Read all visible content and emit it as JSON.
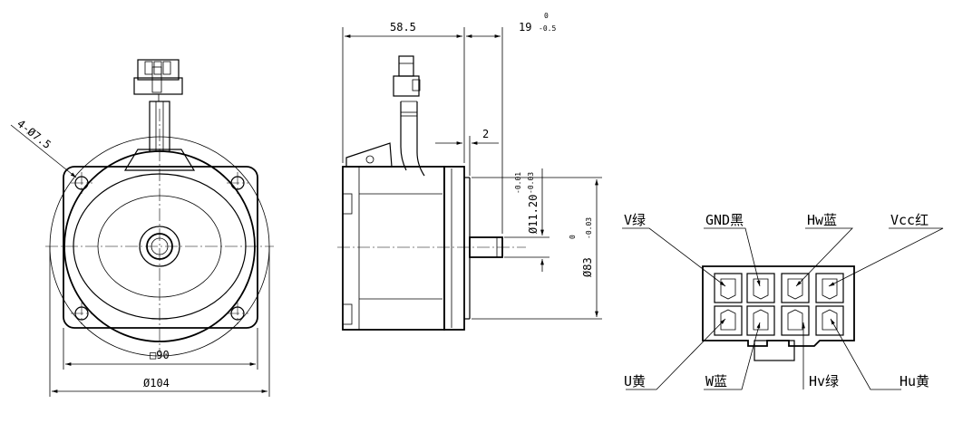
{
  "front_view": {
    "hole_callout": "4-Ø7.5",
    "square_dim": "□90",
    "diameter_dim": "Ø104"
  },
  "side_view": {
    "length_dim": "58.5",
    "shaft_len_dim": "19",
    "shaft_len_tol_upper": "0",
    "shaft_len_tol_lower": "-0.5",
    "step_dim": "2",
    "shaft_dia_dim": "Ø11.20",
    "shaft_dia_tol_upper": "-0.01",
    "shaft_dia_tol_lower": "-0.03",
    "pilot_dia_dim": "Ø83",
    "pilot_dia_tol_upper": "0",
    "pilot_dia_tol_lower": "-0.03"
  },
  "connector": {
    "pins_top": [
      "V绿",
      "GND黑",
      "Hw蓝",
      "Vcc红"
    ],
    "pins_bottom": [
      "U黄",
      "W蓝",
      "Hv绿",
      "Hu黄"
    ]
  }
}
